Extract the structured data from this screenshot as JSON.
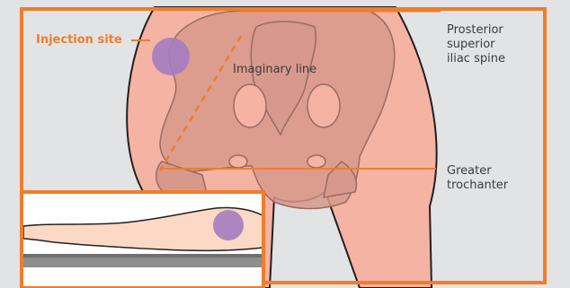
{
  "labels": {
    "injection_site": "Injection site",
    "imaginary_line": "Imaginary line",
    "iliac_spine": "Prosterior\nsuperior\niliac spine",
    "greater_trochanter": "Greater\ntrochanter"
  },
  "colors": {
    "accent": "#ef7d2c",
    "background": "#e2e3e5",
    "skin": "#f4b3a3",
    "skin_outline": "#231f20",
    "bone": "#d7998b",
    "bone_outline": "#9a6b62",
    "injection_dot": "#a47cc0",
    "inset_bg": "#ffffff",
    "inset_body": "#fbd9c4",
    "inset_table": "#8e8e8e"
  }
}
